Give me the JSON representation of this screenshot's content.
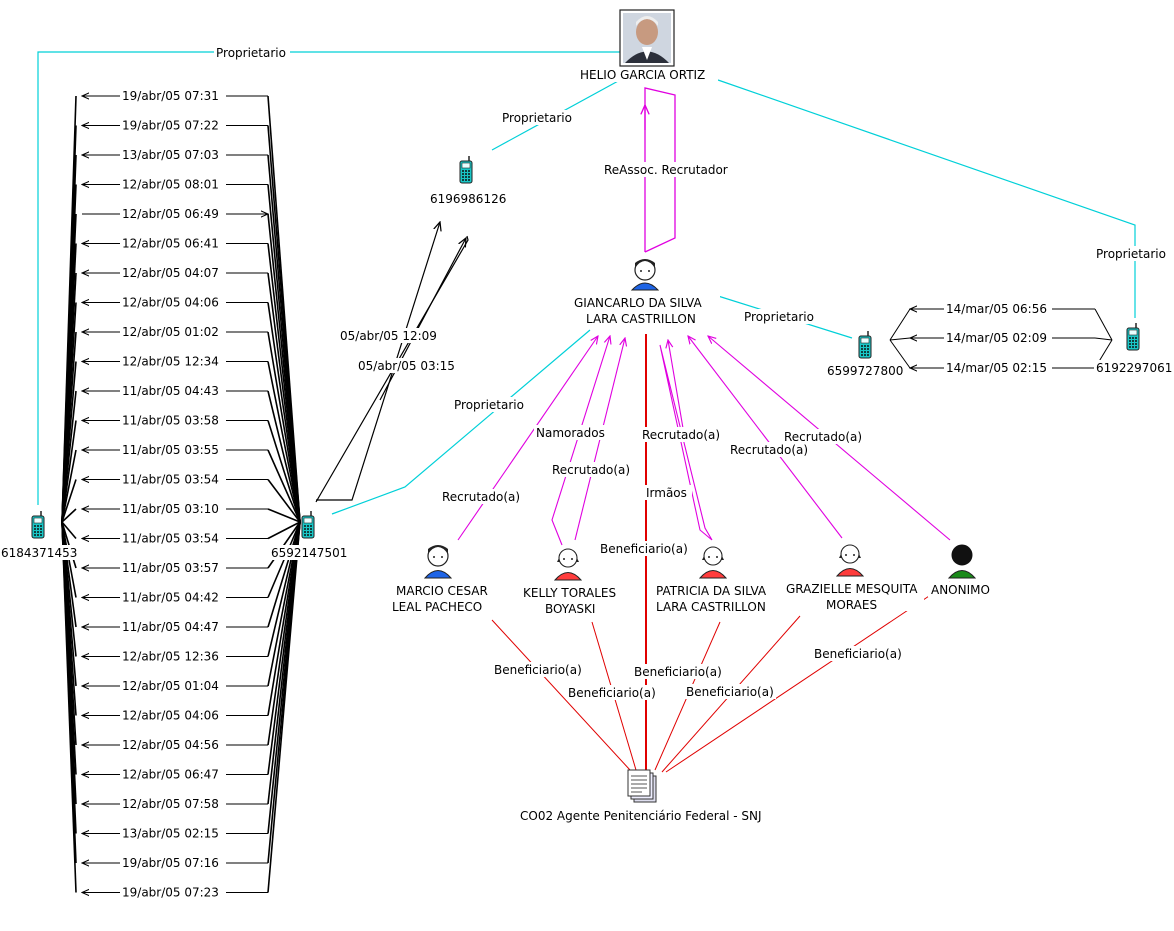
{
  "colors": {
    "cyan": "#00d0d8",
    "magenta": "#e000e0",
    "red": "#e00000",
    "black": "#000000",
    "phone_body": "#19c7c7",
    "male_shirt": "#1e64e6",
    "female_shirt": "#ff3c3c",
    "anon_shirt": "#1a8a1a"
  },
  "nodes": {
    "helio": {
      "label": "HELIO GARCIA ORTIZ",
      "icon": "photo-icon"
    },
    "giancarlo": {
      "label1": "GIANCARLO DA SILVA",
      "label2": "LARA CASTRILLON",
      "icon": "male-person-icon"
    },
    "marcio": {
      "label1": "MARCIO CESAR",
      "label2": "LEAL PACHECO",
      "icon": "male-person-icon"
    },
    "kelly": {
      "label1": "KELLY TORALES",
      "label2": "BOYASKI",
      "icon": "female-person-icon"
    },
    "patricia": {
      "label1": "PATRICIA DA SILVA",
      "label2": "LARA CASTRILLON",
      "icon": "female-person-icon"
    },
    "grazielle": {
      "label1": "GRAZIELLE MESQUITA",
      "label2": "MORAES",
      "icon": "female-person-icon"
    },
    "anonimo": {
      "label": "ANONIMO",
      "icon": "anonymous-person-icon"
    },
    "doc": {
      "label": "CO02 Agente Penitenciário Federal - SNJ",
      "icon": "document-icon"
    },
    "phone_6184371453": {
      "label": "6184371453",
      "icon": "phone-icon"
    },
    "phone_6592147501": {
      "label": "6592147501",
      "icon": "phone-icon"
    },
    "phone_6196986126": {
      "label": "6196986126",
      "icon": "phone-icon"
    },
    "phone_6599727800": {
      "label": "6599727800",
      "icon": "phone-icon"
    },
    "phone_6192297061": {
      "label": "6192297061",
      "icon": "phone-icon"
    }
  },
  "edge_labels": {
    "proprietario": "Proprietario",
    "reassoc": "ReAssoc. Recrutador",
    "namorados": "Namorados",
    "recrutado": "Recrutado(a)",
    "irmaos": "Irmãos",
    "beneficiario": "Beneficiario(a)"
  },
  "calls_left": [
    "19/abr/05 07:31",
    "19/abr/05 07:22",
    "13/abr/05 07:03",
    "12/abr/05 08:01",
    "12/abr/05 06:49",
    "12/abr/05 06:41",
    "12/abr/05 04:07",
    "12/abr/05 04:06",
    "12/abr/05 01:02",
    "12/abr/05 12:34",
    "11/abr/05 04:43",
    "11/abr/05 03:58",
    "11/abr/05 03:55",
    "11/abr/05 03:54",
    "11/abr/05 03:10",
    "11/abr/05 03:54",
    "11/abr/05 03:57",
    "11/abr/05 04:42",
    "11/abr/05 04:47",
    "12/abr/05 12:36",
    "12/abr/05 01:04",
    "12/abr/05 04:06",
    "12/abr/05 04:56",
    "12/abr/05 06:47",
    "12/abr/05 07:58",
    "13/abr/05 02:15",
    "19/abr/05 07:16",
    "19/abr/05 07:23"
  ],
  "calls_mid": [
    "05/abr/05 12:09",
    "05/abr/05 03:15"
  ],
  "calls_right": [
    "14/mar/05 06:56",
    "14/mar/05 02:09",
    "14/mar/05 02:15"
  ]
}
